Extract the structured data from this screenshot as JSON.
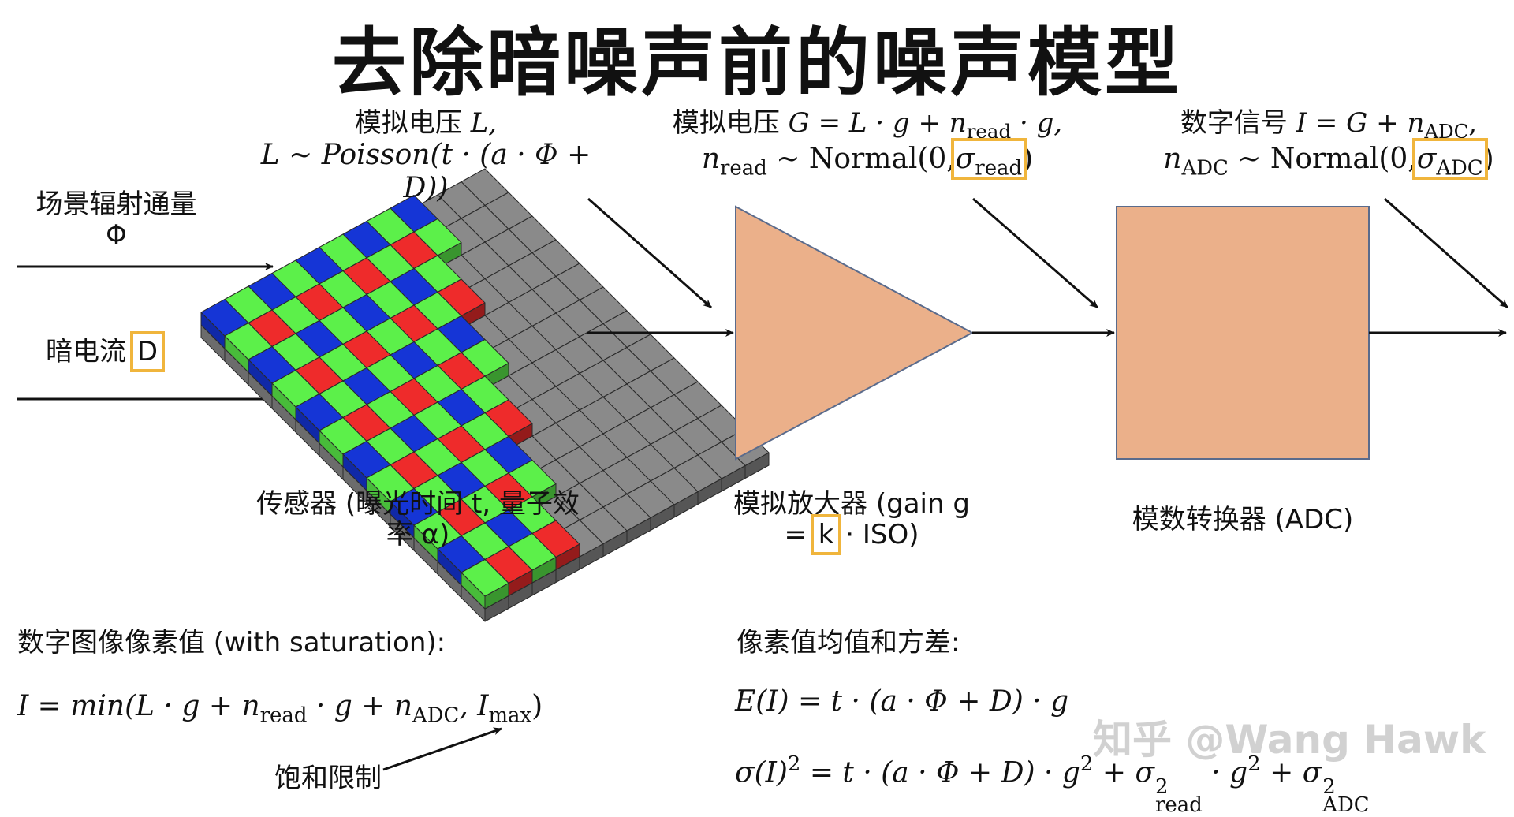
{
  "title": "去除暗噪声前的噪声模型",
  "header_sensor": {
    "line1_text": "模拟电压",
    "line1_var": "L,",
    "line2_pre": "L ~ Poisson(",
    "line2_body": "t · (a · Φ + D))"
  },
  "header_amp": {
    "line1_text": "模拟电压",
    "line1_eq_a": "G = L · g + n",
    "line1_sub": "read",
    "line1_eq_b": " · g,",
    "line2_var": "n",
    "line2_var_sub": "read",
    "line2_mid": " ~ Normal(0,",
    "line2_sigma": "σ",
    "line2_sigma_sub": "read",
    "line2_end": ")"
  },
  "header_adc": {
    "line1_text": "数字信号",
    "line1_eq": "I = G + n",
    "line1_sub": "ADC",
    "line1_end": ",",
    "line2_var": "n",
    "line2_var_sub": "ADC",
    "line2_mid": " ~ Normal(0,",
    "line2_sigma": "σ",
    "line2_sigma_sub": "ADC",
    "line2_end": ")"
  },
  "inputs": {
    "scene_label": "场景辐射通量",
    "scene_symbol": "Φ",
    "dark_label": "暗电流",
    "dark_symbol": "D"
  },
  "sensor_caption": {
    "line1": "传感器 (曝光时间 t, 量子效",
    "line2": "率 α)"
  },
  "amp_caption": {
    "line1": "模拟放大器 (gain g",
    "line2_pre": "=",
    "line2_k": "k",
    "line2_post": " · ISO)"
  },
  "adc_caption": "模数转换器 (ADC)",
  "pixel_value": {
    "heading": "数字图像像素值 (with saturation):",
    "eq_a": "I = min(L · g + n",
    "eq_sub1": "read",
    "eq_b": " · g + n",
    "eq_sub2": "ADC",
    "eq_c": ", I",
    "eq_sub3": "max",
    "eq_d": ")",
    "note": "饱和限制"
  },
  "stats": {
    "heading": "像素值均值和方差:",
    "mean_eq": "E(I) = t · (a · Φ + D) · g",
    "var_a": "σ(I)",
    "var_sup1": "2",
    "var_b": " = t · (a · Φ + D) · g",
    "var_sup2": "2",
    "var_c": " + σ",
    "var_sup3": "2",
    "var_sub3": "read",
    "var_d": " · g",
    "var_sup4": "2",
    "var_e": " + σ",
    "var_sup5": "2",
    "var_sub5": "ADC"
  },
  "watermark": "知乎 @Wang Hawk",
  "colors": {
    "bayer_green": "#5cf04a",
    "bayer_red": "#ee2b2b",
    "bayer_blue": "#1535d6",
    "sensor_gray": "#8a8a8a",
    "block_fill": "#ebb08a",
    "highlight": "#f0b53c"
  }
}
